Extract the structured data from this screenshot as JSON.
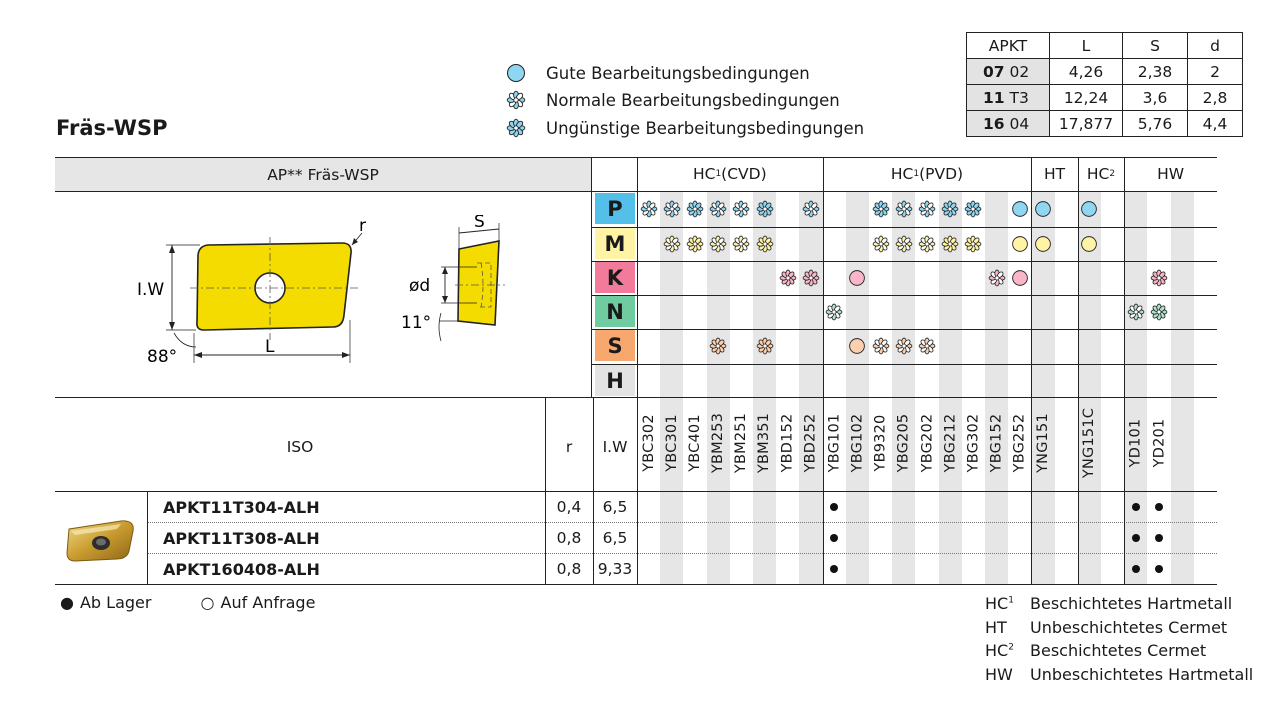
{
  "title": "Fräs-WSP",
  "conditions": [
    {
      "icon": "full-circle-icon",
      "label": "Gute Bearbeitungsbedingungen"
    },
    {
      "icon": "half-flower-icon",
      "label": "Normale Bearbeitungsbedingungen"
    },
    {
      "icon": "full-flower-icon",
      "label": "Ungünstige Bearbeitungsbedingungen"
    }
  ],
  "apkt_table": {
    "headers": [
      "APKT",
      "L",
      "S",
      "d"
    ],
    "rows": [
      {
        "code_bold": "07",
        "code_rest": "02",
        "L": "4,26",
        "S": "2,38",
        "d": "2"
      },
      {
        "code_bold": "11",
        "code_rest": "T3",
        "L": "12,24",
        "S": "3,6",
        "d": "2,8"
      },
      {
        "code_bold": "16",
        "code_rest": "04",
        "L": "17,877",
        "S": "5,76",
        "d": "4,4"
      }
    ]
  },
  "section_header": "AP** Fräs-WSP",
  "group_headers": [
    {
      "label": "HC",
      "sup": "1",
      "suffix": " (CVD)"
    },
    {
      "label": "HC",
      "sup": "1",
      "suffix": " (PVD)"
    },
    {
      "label": "HT",
      "sup": "",
      "suffix": ""
    },
    {
      "label": "HC",
      "sup": "2",
      "suffix": ""
    },
    {
      "label": "HW",
      "sup": "",
      "suffix": ""
    }
  ],
  "drawing_labels": {
    "r": "r",
    "iw": "I.W",
    "angle88": "88°",
    "L": "L",
    "S": "S",
    "od": "ød",
    "angle11": "11°"
  },
  "materials": [
    "P",
    "M",
    "K",
    "N",
    "S",
    "H"
  ],
  "material_colors": {
    "P": "#54c0ea",
    "M": "#fff3a6",
    "K": "#f27b9b",
    "N": "#6fcba0",
    "S": "#f7a86e",
    "H": "#e3e3e3"
  },
  "column_headers": {
    "iso": "ISO",
    "r": "r",
    "iw": "I.W"
  },
  "grades": [
    "YBC302",
    "YBC301",
    "YBC401",
    "YBM253",
    "YBM251",
    "YBM351",
    "YBD152",
    "YBD252",
    "YBG101",
    "YBG102",
    "YB9320",
    "YBG205",
    "YBG202",
    "YBG212",
    "YBG302",
    "YBG152",
    "YBG252",
    "YNG151",
    "",
    "YNG151C",
    "",
    "YD101",
    "YD201",
    "",
    ""
  ],
  "symbols": {
    "P": [
      "h",
      "h",
      "f",
      "h",
      "h",
      "f",
      "",
      "h",
      "",
      "",
      "f",
      "h",
      "h",
      "f",
      "f",
      "",
      "c",
      "c",
      "",
      "c",
      "",
      "",
      "",
      "",
      ""
    ],
    "M": [
      "",
      "h",
      "f",
      "h",
      "h",
      "f",
      "",
      "",
      "",
      "",
      "h",
      "h",
      "h",
      "f",
      "f",
      "",
      "c",
      "c",
      "",
      "c",
      "",
      "",
      "",
      "",
      ""
    ],
    "K": [
      "",
      "",
      "",
      "",
      "",
      "",
      "f",
      "f",
      "",
      "c",
      "",
      "",
      "",
      "",
      "",
      "h",
      "c",
      "",
      "",
      "",
      "",
      "",
      "f",
      "",
      ""
    ],
    "N": [
      "",
      "",
      "",
      "",
      "",
      "",
      "",
      "",
      "h",
      "",
      "",
      "",
      "",
      "",
      "",
      "",
      "",
      "",
      "",
      "",
      "",
      "h",
      "f",
      "",
      ""
    ],
    "S": [
      "",
      "",
      "",
      "f",
      "",
      "f",
      "",
      "",
      "",
      "c",
      "h",
      "h",
      "h",
      "",
      "",
      "",
      "",
      "",
      "",
      "",
      "",
      "",
      "",
      "",
      ""
    ],
    "H": [
      "",
      "",
      "",
      "",
      "",
      "",
      "",
      "",
      "",
      "",
      "",
      "",
      "",
      "",
      "",
      "",
      "",
      "",
      "",
      "",
      "",
      "",
      "",
      "",
      ""
    ]
  },
  "products": [
    {
      "code": "APKT11T304-ALH",
      "r": "0,4",
      "iw": "6,5",
      "stock": [
        8,
        21,
        22
      ]
    },
    {
      "code": "APKT11T308-ALH",
      "r": "0,8",
      "iw": "6,5",
      "stock": [
        8,
        21,
        22
      ]
    },
    {
      "code": "APKT160408-ALH",
      "r": "0,8",
      "iw": "9,33",
      "stock": [
        8,
        21,
        22
      ]
    }
  ],
  "availability": [
    {
      "icon": "filled-dot-icon",
      "label": "Ab Lager"
    },
    {
      "icon": "hollow-dot-icon",
      "label": "Auf Anfrage"
    }
  ],
  "abbreviations": [
    {
      "abbr": "HC",
      "sup": "1",
      "desc": "Beschichtetes Hartmetall"
    },
    {
      "abbr": "HT",
      "sup": "",
      "desc": "Unbeschichtetes Cermet"
    },
    {
      "abbr": "HC",
      "sup": "2",
      "desc": "Beschichtetes Cermet"
    },
    {
      "abbr": "HW",
      "sup": "",
      "desc": "Unbeschichtetes Hartmetall"
    }
  ],
  "colors": {
    "gray": "#e6e6e6",
    "insert_yellow": "#f5dc00"
  }
}
